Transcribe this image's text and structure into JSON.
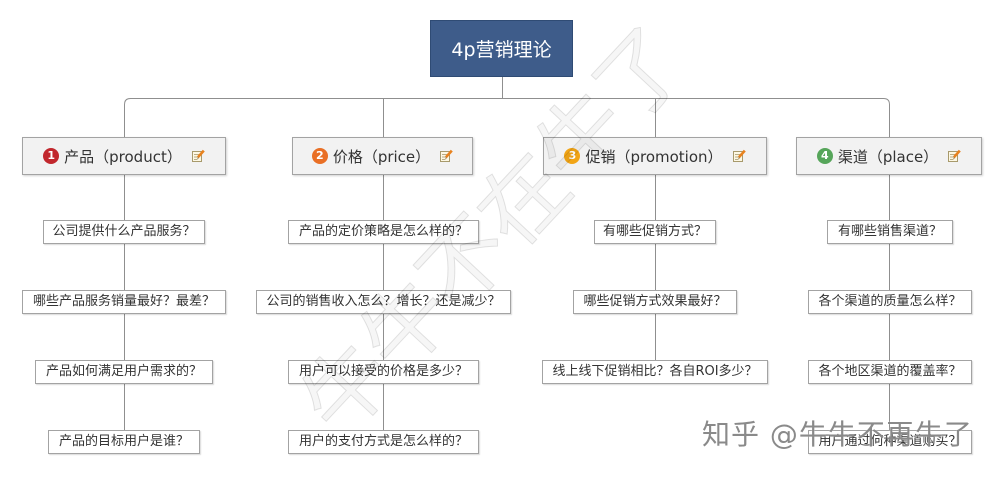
{
  "root": {
    "title": "4p营销理论",
    "color": "#3e5c8a"
  },
  "branches": [
    {
      "number": "1",
      "marker_color": "#c1272d",
      "label": "产品（product）",
      "children": [
        "公司提供什么产品服务？",
        "哪些产品服务销量最好？最差？",
        "产品如何满足用户需求的？",
        "产品的目标用户是谁？"
      ]
    },
    {
      "number": "2",
      "marker_color": "#e96f25",
      "label": "价格（price）",
      "children": [
        "产品的定价策略是怎么样的？",
        "公司的销售收入怎么？增长？还是减少？",
        "用户可以接受的价格是多少？",
        "用户的支付方式是怎么样的？"
      ]
    },
    {
      "number": "3",
      "marker_color": "#f2a516",
      "label": "促销（promotion）",
      "children": [
        "有哪些促销方式？",
        "哪些促销方式效果最好？",
        "线上线下促销相比？各自ROI多少？"
      ]
    },
    {
      "number": "4",
      "marker_color": "#56a55a",
      "label": "渠道（place）",
      "children": [
        "有哪些销售渠道？",
        "各个渠道的质量怎么样？",
        "各个地区渠道的覆盖率？",
        "用户通过何种渠道购买？"
      ]
    }
  ],
  "icons": {
    "marker": "numbered-circle-icon",
    "note": "note-icon"
  },
  "watermarks": {
    "diagonal": "牛牛不在牛了",
    "site": "知乎 @牛牛不再牛了"
  }
}
